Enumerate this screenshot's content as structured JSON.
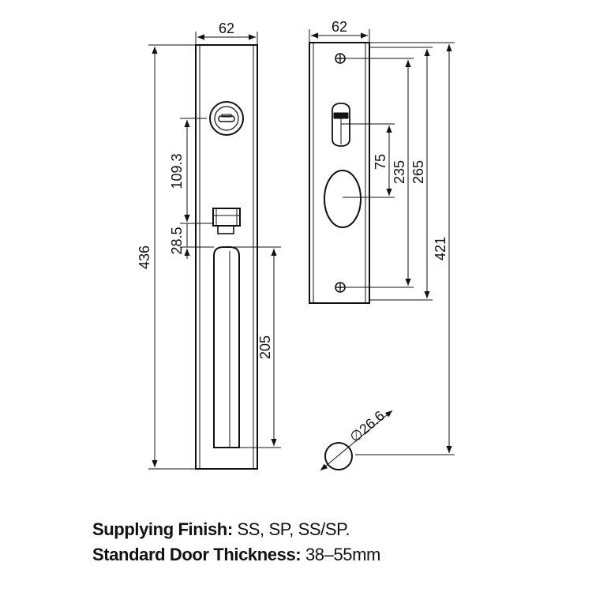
{
  "diagram": {
    "front_view": {
      "width": "62",
      "height": "436",
      "cylinder_to_thumb": "109.3",
      "thumb_to_handle": "28.5",
      "handle_length": "205"
    },
    "back_view": {
      "width": "62",
      "thumbturn_to_hole": "75",
      "hole_to_bottom_screw": "235",
      "screw_spacing": "265",
      "overall_to_base": "421",
      "hole_diameter": "∅26.6"
    },
    "stroke_color": "#111111"
  },
  "captions": {
    "finish_label": "Supplying Finish:",
    "finish_value": "SS, SP, SS/SP.",
    "thickness_label": "Standard Door Thickness:",
    "thickness_value": "38–55mm"
  }
}
